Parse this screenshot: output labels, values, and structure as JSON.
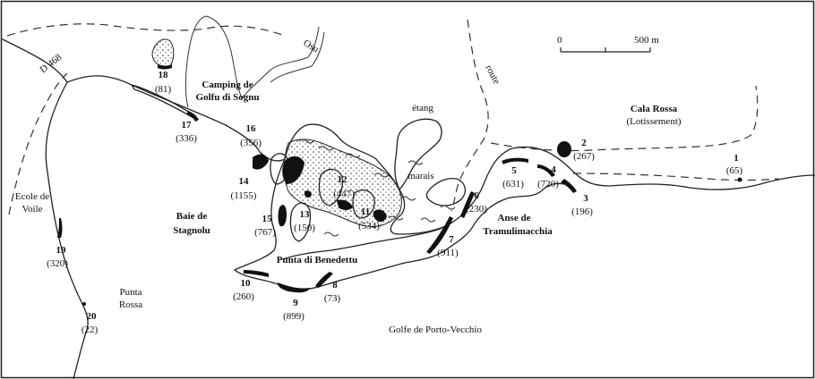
{
  "places": {
    "osu": "Osu",
    "d468": "D 468",
    "route": "route",
    "camping_line1": "Camping de",
    "camping_line2": "Golfu di Sognu",
    "etang": "étang",
    "marais": "marais",
    "cala_rossa_line1": "Cala Rossa",
    "cala_rossa_line2": "(Lotissement)",
    "ecole_line1": "Ecole de",
    "ecole_line2": "Voile",
    "baie_line1": "Baie de",
    "baie_line2": "Stagnolu",
    "punta_benedettu": "Punta di Benedettu",
    "anse_line1": "Anse de",
    "anse_line2": "Tramulimacchia",
    "punta_rossa_line1": "Punta",
    "punta_rossa_line2": "Rossa",
    "golfe": "Golfe de Porto-Vecchio"
  },
  "scale": {
    "zero": "0",
    "label": "500 m"
  },
  "sites": [
    {
      "id": "1",
      "count": "(65)"
    },
    {
      "id": "2",
      "count": "(267)"
    },
    {
      "id": "3",
      "count": "(196)"
    },
    {
      "id": "4",
      "count": "(720)"
    },
    {
      "id": "5",
      "count": "(631)"
    },
    {
      "id": "6",
      "count": "(230)"
    },
    {
      "id": "7",
      "count": "(911)"
    },
    {
      "id": "8",
      "count": "(73)"
    },
    {
      "id": "9",
      "count": "(899)"
    },
    {
      "id": "10",
      "count": "(260)"
    },
    {
      "id": "11",
      "count": "(534)"
    },
    {
      "id": "12",
      "count": "(447)"
    },
    {
      "id": "13",
      "count": "(150)"
    },
    {
      "id": "14",
      "count": "(1155)"
    },
    {
      "id": "15",
      "count": "(767)"
    },
    {
      "id": "16",
      "count": "(356)"
    },
    {
      "id": "17",
      "count": "(336)"
    },
    {
      "id": "18",
      "count": "(81)"
    },
    {
      "id": "19",
      "count": "(320)"
    },
    {
      "id": "20",
      "count": "(22)"
    }
  ]
}
